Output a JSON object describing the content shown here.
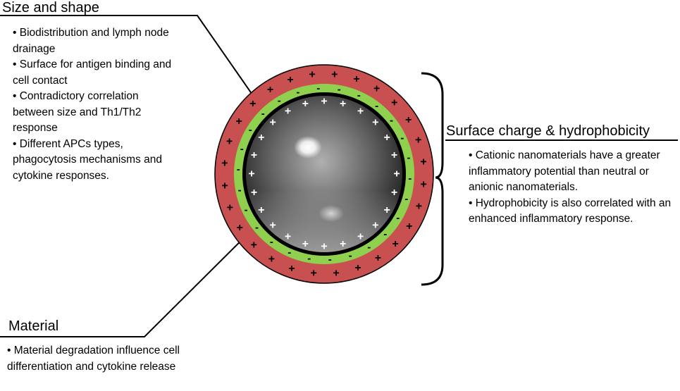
{
  "size_shape": {
    "title": "Size and shape",
    "bullets": [
      "• Biodistribution and lymph node drainage",
      "• Surface for antigen binding and cell contact",
      "• Contradictory correlation between size and Th1/Th2 response",
      "• Different APCs types, phagocytosis mechanisms and cytokine responses."
    ]
  },
  "surface": {
    "title": "Surface charge & hydrophobicity",
    "bullets": [
      "• Cationic nanomaterials have a greater inflammatory potential than neutral or anionic nanomaterials.",
      "• Hydrophobicity is also correlated with an enhanced inflammatory response."
    ]
  },
  "material": {
    "title": "Material",
    "bullets": [
      "• Material degradation influence cell differentiation and cytokine release"
    ]
  },
  "particle": {
    "plus_symbol": "+",
    "minus_symbol": "-",
    "colors": {
      "outer_ring": "#c85050",
      "middle_ring": "#8fd14f",
      "core_dark": "#1a1a1a",
      "core_light": "#aaaaaa",
      "outline": "#000000"
    }
  }
}
